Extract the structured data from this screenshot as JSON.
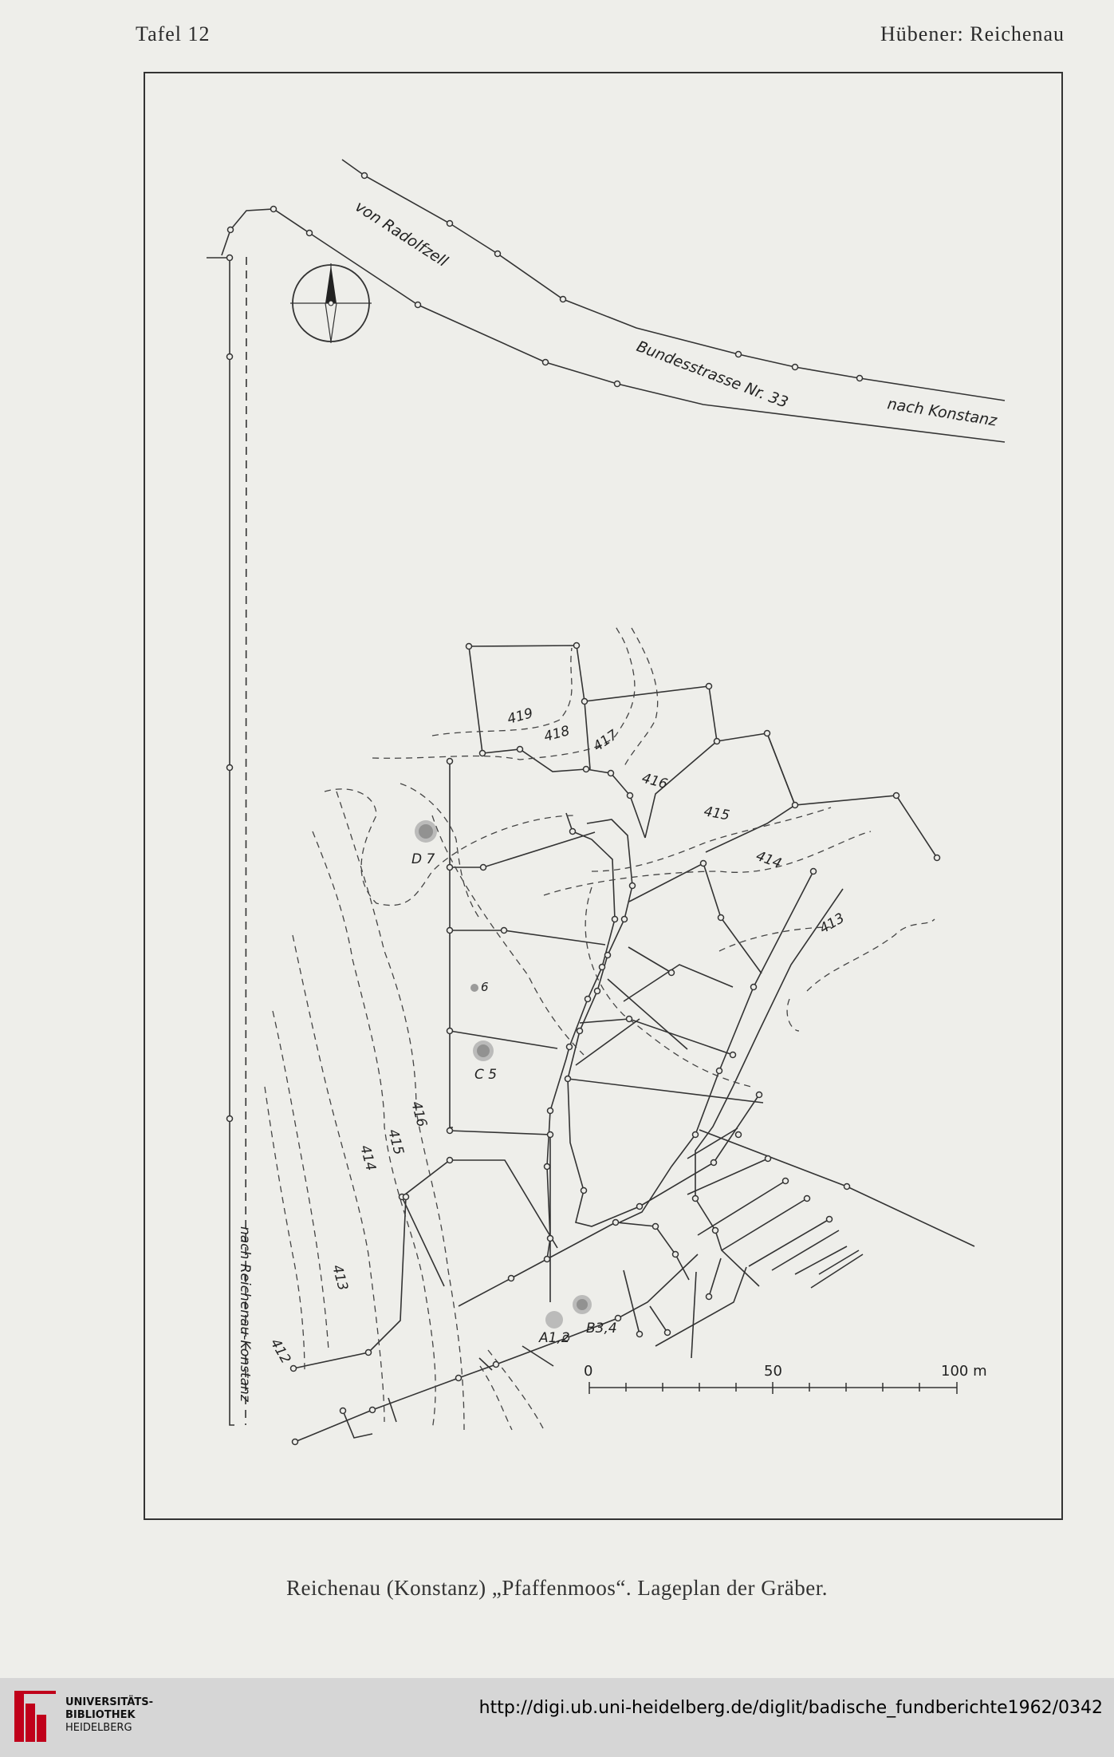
{
  "header": {
    "left": "Tafel 12",
    "right": "Hübener: Reichenau"
  },
  "map": {
    "road_labels": {
      "from": "von Radolfzell",
      "highway": "Bundesstrasse Nr. 33",
      "to": "nach Konstanz",
      "side_road": "nach Reichenau-Konstanz"
    },
    "contour_labels": [
      "419",
      "418",
      "417",
      "416",
      "415",
      "414",
      "413",
      "416",
      "415",
      "414",
      "413",
      "412"
    ],
    "grave_labels": [
      "D 7",
      "6",
      "C 5",
      "A1,2",
      "B3,4"
    ],
    "scale_bar": {
      "start": "0",
      "mid": "50",
      "end": "100 m"
    },
    "icons": [
      "north-arrow-icon"
    ]
  },
  "caption": "Reichenau (Konstanz) „Pfaffenmoos“. Lageplan der Gräber.",
  "footer": {
    "library_lines": [
      "UNIVERSITÄTS-",
      "BIBLIOTHEK",
      "HEIDELBERG"
    ],
    "url": "http://digi.ub.uni-heidelberg.de/diglit/badische_fundberichte1962/0342"
  }
}
